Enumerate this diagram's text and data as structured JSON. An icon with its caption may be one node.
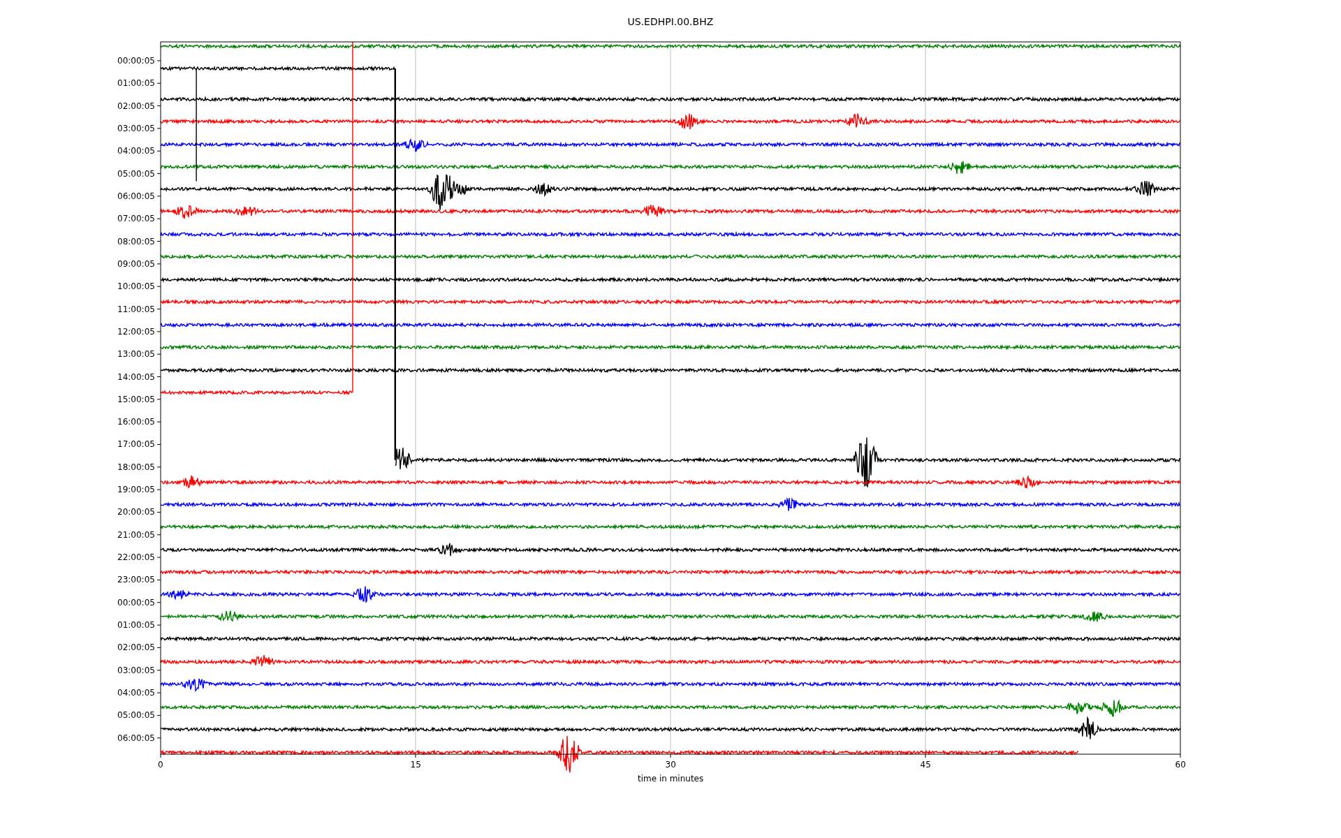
{
  "diagram": {
    "title": "US.EDHPI.00.BHZ",
    "labels": [
      "00:00:05",
      "01:00:05",
      "02:00:05",
      "03:00:05",
      "04:00:05",
      "05:00:05",
      "06:00:05",
      "07:00:05",
      "08:00:05",
      "09:00:05",
      "10:00:05",
      "11:00:05",
      "12:00:05",
      "13:00:05",
      "14:00:05",
      "15:00:05",
      "16:00:05",
      "17:00:05",
      "18:00:05",
      "19:00:05",
      "20:00:05",
      "21:00:05",
      "22:00:05",
      "23:00:05",
      "00:00:05",
      "01:00:05",
      "02:00:05",
      "03:00:05",
      "04:00:05",
      "05:00:05",
      "06:00:05",
      "0",
      "15",
      "30",
      "45",
      "60",
      "time in minutes"
    ]
  }
}
